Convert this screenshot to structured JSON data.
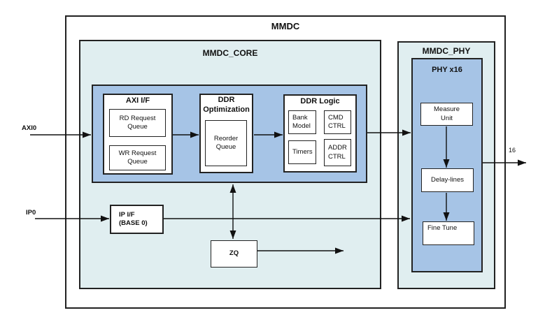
{
  "title": "MMDC",
  "core": {
    "title": "MMDC_CORE",
    "axi_if": {
      "title": "AXI I/F",
      "rd_queue": "RD Request Queue",
      "wr_queue": "WR Request Queue"
    },
    "ddr_opt": {
      "title": "DDR Optimization",
      "reorder_queue": "Reorder Queue"
    },
    "ddr_logic": {
      "title": "DDR Logic",
      "bank_model": "Bank Model",
      "cmd_ctrl": "CMD CTRL",
      "timers": "Timers",
      "addr_ctrl": "ADDR CTRL"
    },
    "ip_if": "IP I/F\n(BASE 0)",
    "zq": "ZQ"
  },
  "phy": {
    "title": "MMDC_PHY",
    "inner_title": "PHY x16",
    "measure_unit": "Measure\nUnit",
    "delay_lines": "Delay-lines",
    "fine_tune": "Fine Tune"
  },
  "signals": {
    "axi0": "AXI0",
    "ip0": "IP0",
    "bus_width": "16"
  },
  "colors": {
    "container_fill": "#e0eef0",
    "block_fill": "#a6c4e6",
    "box_fill": "#ffffff",
    "line": "#222222",
    "text": "#111111"
  }
}
